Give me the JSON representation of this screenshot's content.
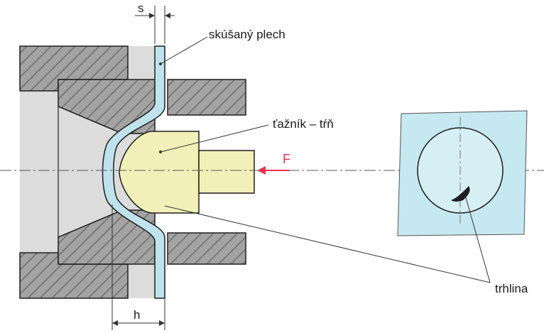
{
  "labels": {
    "s": "s",
    "h": "h",
    "sheet": "skúšaný plech",
    "punch": "ťažník – tŕň",
    "force": "F",
    "crack": "trhlina"
  },
  "colors": {
    "hatch": "#6e6e6e",
    "die_fill": "#a3a3a3",
    "sheet_fill": "#bfe2ec",
    "punch_fill": "#f2f0b8",
    "specimen_fill": "#c6e8f0",
    "force_arrow": "#e8334a",
    "outline": "#1e1e1e"
  }
}
